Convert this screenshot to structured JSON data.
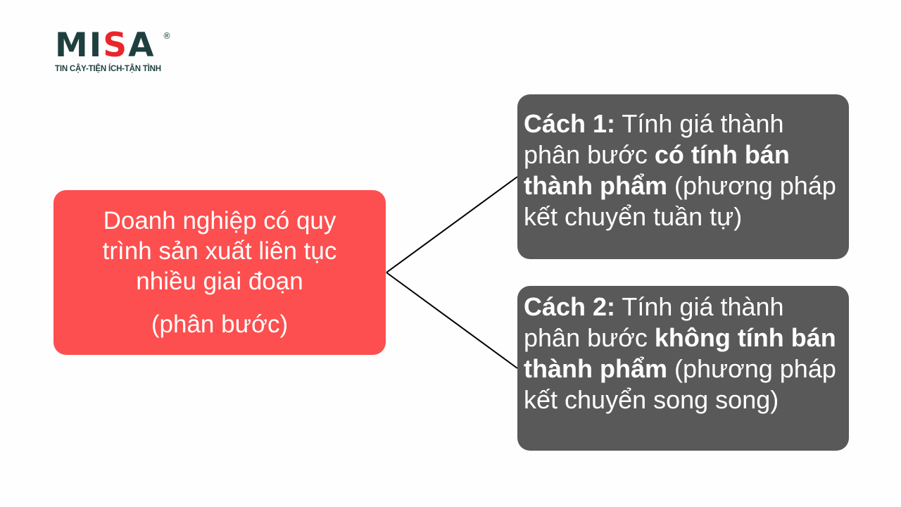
{
  "logo": {
    "brand_before": "MI",
    "brand_accent": "S",
    "brand_after": "A",
    "registered": "®",
    "tagline": "TIN CẬY-TIỆN ÍCH-TẬN TÌNH",
    "colors": {
      "text": "#1f3f3f",
      "accent": "#e8262c"
    }
  },
  "main": {
    "line1": "Doanh nghiệp có quy trình sản xuất liên tục nhiều giai đoạn",
    "line2": "(phân bước)",
    "color": "#fd4f4f"
  },
  "options": [
    {
      "label": "Cách 1:",
      "text_a": " Tính giá thành phân bước ",
      "bold_b": "có tính bán thành phẩm",
      "text_c": " (phương pháp kết chuyển tuần tự)"
    },
    {
      "label": "Cách 2:",
      "text_a": " Tính giá thành phân bước ",
      "bold_b": "không tính bán thành phẩm",
      "text_c": " (phương pháp kết chuyển song song)"
    }
  ],
  "option_color": "#595959",
  "connector_color": "#000000"
}
